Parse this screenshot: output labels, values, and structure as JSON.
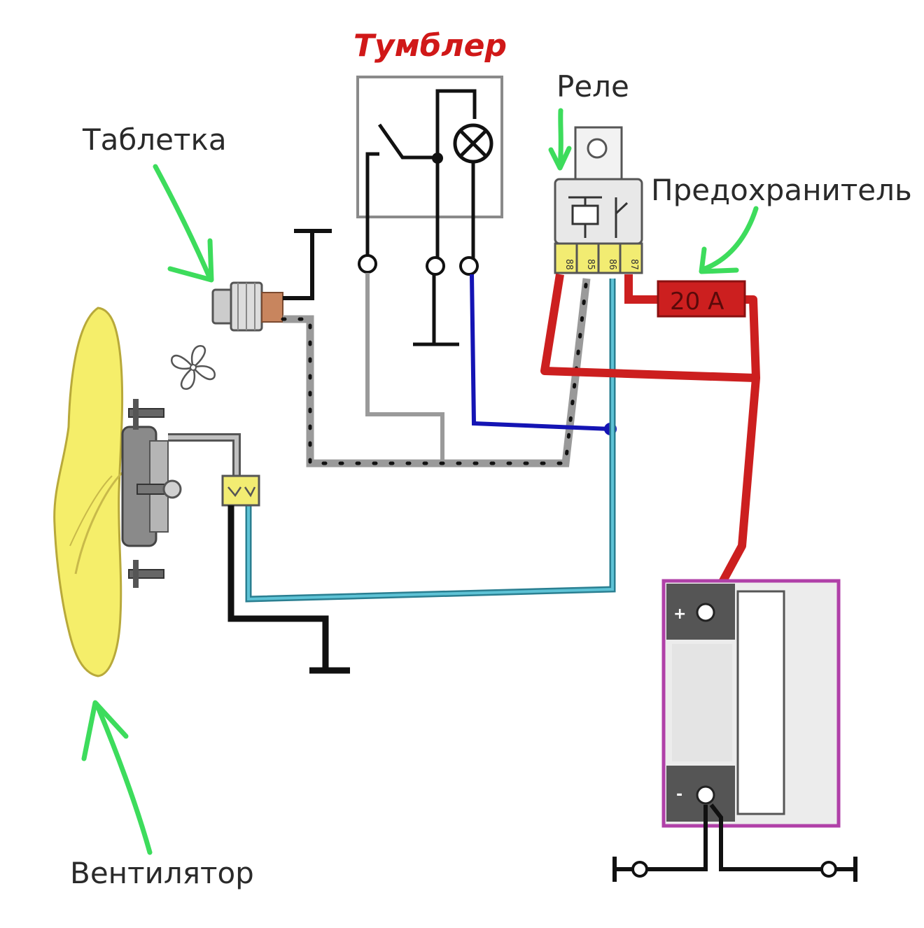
{
  "labels": {
    "switch": "Тумблер",
    "relay": "Реле",
    "sensor": "Таблетка",
    "fuse_label": "Предохранитель",
    "fan": "Вентилятор"
  },
  "fuse": {
    "rating": "20 A"
  },
  "relay_pins": [
    "88",
    "85",
    "86",
    "87"
  ],
  "battery": {
    "plus": "+",
    "minus": "-"
  },
  "colors": {
    "arrow": "#3ddc5c",
    "power_wire": "#cc1f1f",
    "signal_wire": "#1414b4",
    "fan_wire": "#3aa3b8",
    "ground_wire": "#111111",
    "sensor_wire": "#9a9a9a",
    "fan_blade": "#f5ee6a",
    "battery_frame": "#b040a8",
    "fuse": "#cc1f1f",
    "relay_terminals": "#f2ec72"
  }
}
